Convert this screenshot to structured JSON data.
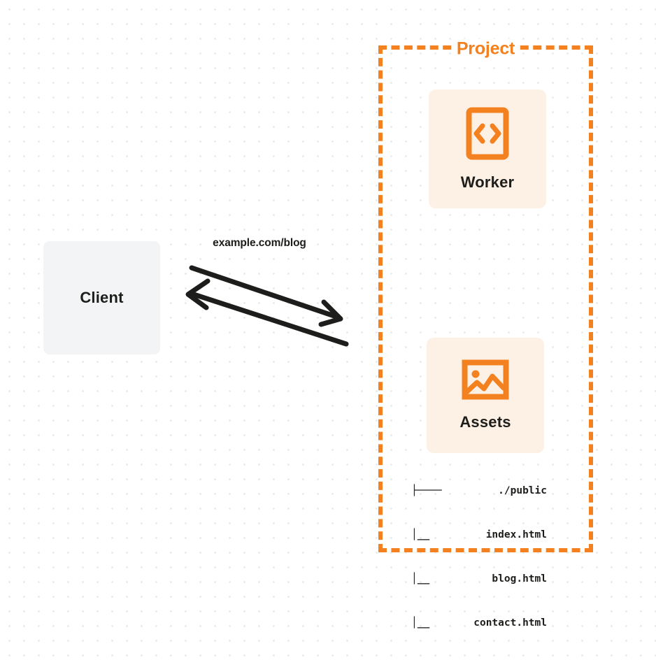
{
  "diagram": {
    "type": "architecture-flow",
    "background": {
      "color": "#ffffff",
      "dot_color": "#e9eaec"
    },
    "accent_color": "#f48120",
    "card_bg_color": "#fdf1e5",
    "client_bg_color": "#f3f4f6",
    "text_color": "#1d1d1b"
  },
  "client": {
    "label": "Client"
  },
  "edge": {
    "label": "example.com/blog",
    "direction": "bidirectional"
  },
  "project": {
    "title": "Project",
    "cards": [
      {
        "label": "Worker",
        "icon": "code-brackets-icon"
      },
      {
        "label": "Assets",
        "icon": "image-icon"
      }
    ],
    "file_tree": [
      {
        "connector": "├────",
        "name": "./public"
      },
      {
        "connector": "│__",
        "name": "index.html"
      },
      {
        "connector": "│__",
        "name": "blog.html"
      },
      {
        "connector": "│__",
        "name": "contact.html"
      }
    ]
  }
}
